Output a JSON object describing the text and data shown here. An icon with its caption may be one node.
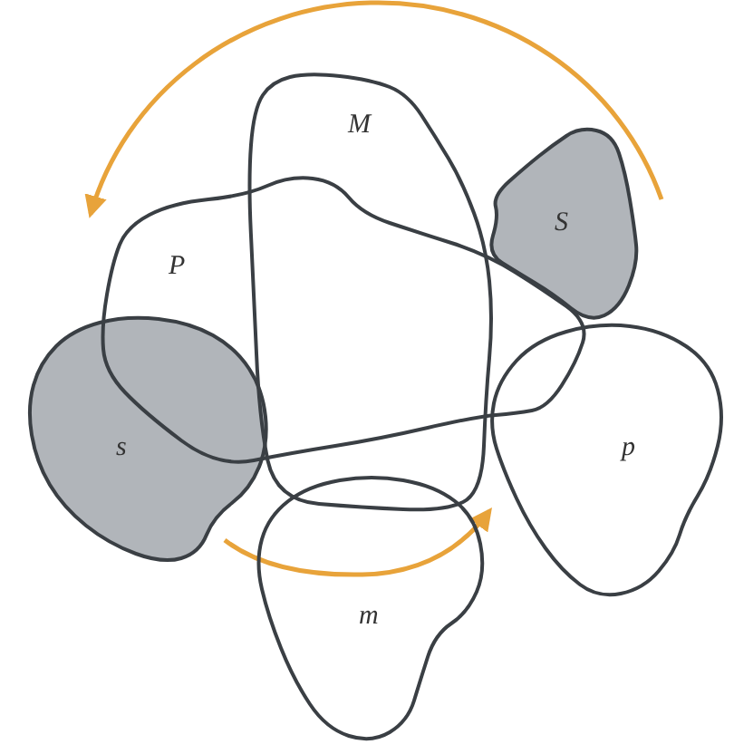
{
  "diagram": {
    "nodes": [
      {
        "text": [
          "M"
        ]
      },
      {
        "text": [
          "S"
        ]
      },
      {
        "text": [
          "P"
        ]
      },
      {
        "text": [
          "s"
        ]
      },
      {
        "text": [
          "p"
        ]
      },
      {
        "text": [
          "m"
        ]
      }
    ]
  }
}
